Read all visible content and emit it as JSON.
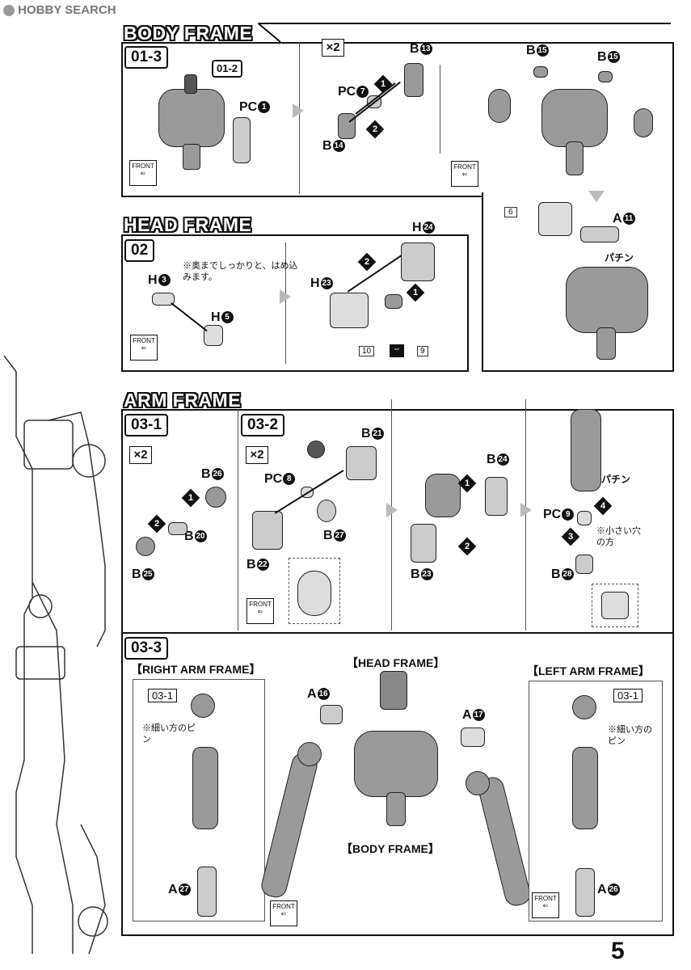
{
  "header": {
    "logo_text": "HOBBY SEARCH"
  },
  "page_number": "5",
  "body_frame": {
    "title": "BODY FRAME",
    "step1": "01-3",
    "ref": "01-2",
    "pc1": "PC",
    "pc1_num": "1",
    "x2": "×2",
    "b13": "B",
    "b13_num": "13",
    "pc7": "PC",
    "pc7_num": "7",
    "b14": "B",
    "b14_num": "14",
    "b15a": "B",
    "b15a_num": "15",
    "b15b": "B",
    "b15b_num": "15",
    "a11": "A",
    "a11_num": "11",
    "part6": "6",
    "pachin": "パチン",
    "front": "FRONT"
  },
  "head_frame": {
    "title": "HEAD FRAME",
    "step": "02",
    "h3": "H",
    "h3_num": "3",
    "h5": "H",
    "h5_num": "5",
    "note": "※奥までしっかりと、はめ込みます。",
    "h23": "H",
    "h23_num": "23",
    "h24": "H",
    "h24_num": "24",
    "part10": "10",
    "part9": "9",
    "front": "FRONT"
  },
  "arm_frame": {
    "title": "ARM FRAME",
    "step1": "03-1",
    "step2": "03-2",
    "x2a": "×2",
    "x2b": "×2",
    "b26": "B",
    "b26_num": "26",
    "b20": "B",
    "b20_num": "20",
    "b25": "B",
    "b25_num": "25",
    "b21": "B",
    "b21_num": "21",
    "pc8": "PC",
    "pc8_num": "8",
    "b27": "B",
    "b27_num": "27",
    "b22": "B",
    "b22_num": "22",
    "b24": "B",
    "b24_num": "24",
    "b23": "B",
    "b23_num": "23",
    "pc9": "PC",
    "pc9_num": "9",
    "b28": "B",
    "b28_num": "28",
    "small_hole": "※小さい穴の方",
    "pachin": "パチン",
    "front": "FRONT"
  },
  "assembly": {
    "step": "03-3",
    "right_arm": "【RIGHT ARM FRAME】",
    "left_arm": "【LEFT ARM FRAME】",
    "head": "【HEAD FRAME】",
    "body": "【BODY FRAME】",
    "ref_l": "03-1",
    "ref_r": "03-1",
    "thin_pin_l": "※細い方のピン",
    "thin_pin_r": "※細い方のピン",
    "a16": "A",
    "a16_num": "16",
    "a17": "A",
    "a17_num": "17",
    "a27": "A",
    "a27_num": "27",
    "a26": "A",
    "a26_num": "26",
    "front_l": "FRONT",
    "front_r": "FRONT"
  },
  "steps": {
    "s1": "1",
    "s2": "2",
    "s3": "3",
    "s4": "4"
  }
}
